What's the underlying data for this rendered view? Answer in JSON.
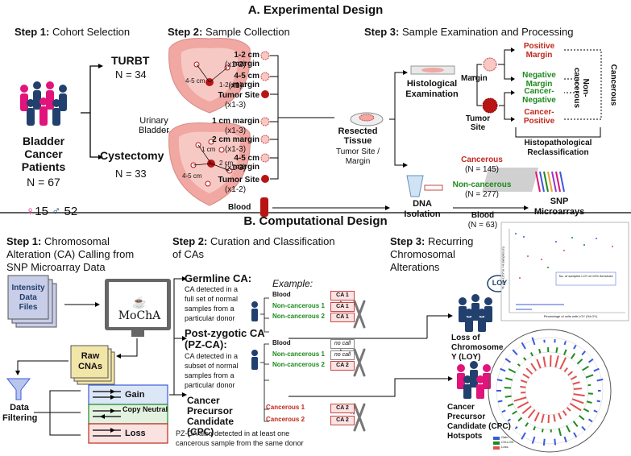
{
  "sectionA": {
    "title": "A. Experimental Design"
  },
  "sectionB": {
    "title": "B. Computational Design"
  },
  "a_step1": {
    "num": "Step 1:",
    "text": "Cohort Selection"
  },
  "a_step2": {
    "num": "Step 2:",
    "text": "Sample Collection"
  },
  "a_step3": {
    "num": "Step 3:",
    "text": "Sample Examination and Processing"
  },
  "cohort": {
    "patients_label": "Bladder Cancer Patients",
    "patients_n": "N = 67",
    "turbt": "TURBT",
    "turbt_n": "N = 34",
    "cystectomy": "Cystectomy",
    "cystectomy_n": "N = 33",
    "female": "15",
    "male": "52",
    "urinary_bladder": "Urinary Bladder"
  },
  "bladder_labels": {
    "top_45": "4-5 cm",
    "top_12": "1-2 cm",
    "bot_1": "1 cm",
    "bot_2": "2 cm",
    "bot_45": "4-5 cm"
  },
  "samples": {
    "s1": "1-2 cm margin",
    "s1c": "(x1-2)",
    "s2": "4-5 cm margin",
    "s2c": "(x1)",
    "s3": "Tumor Site",
    "s3c": "(x1-3)",
    "s4": "1 cm margin",
    "s4c": "(x1-3)",
    "s5": "2 cm margin",
    "s5c": "(x1-3)",
    "s6": "4-5 cm margin",
    "s6c": "(x1-3)",
    "s7": "Tumor Site",
    "s7c": "(x1-2)",
    "blood": "Blood"
  },
  "resected": {
    "label": "Resected Tissue",
    "sub": "Tumor Site / Margin"
  },
  "exam": {
    "histological": "Histological Examination",
    "margin": "Margin",
    "tumor_site": "Tumor Site",
    "positive_margin": "Positive Margin",
    "negative_margin": "Negative Margin",
    "cancer_negative": "Cancer-Negative",
    "cancer_positive": "Cancer-Positive",
    "noncancerous": "Non-cancerous",
    "cancerous": "Cancerous",
    "histopath": "Histopathological Reclassification"
  },
  "dna": {
    "label": "DNA Isolation",
    "cancerous": "Cancerous",
    "cancerous_n": "(N = 145)",
    "noncancerous": "Non-cancerous",
    "noncancerous_n": "(N = 277)",
    "blood": "Blood",
    "blood_n": "(N = 63)",
    "snp": "SNP Microarrays"
  },
  "b_step1": {
    "num": "Step 1:",
    "line1": "Chromosomal",
    "line2": "Alteration (CA) Calling from",
    "line3": "SNP Microarray Data"
  },
  "b_step2": {
    "num": "Step 2:",
    "line1": "Curation and Classification",
    "line2": "of CAs"
  },
  "b_step3": {
    "num": "Step 3:",
    "line1": "Recurring Chromosomal",
    "line2": "Alterations"
  },
  "pipeline": {
    "intensity": "Intensity Data Files",
    "mocha": "MoChA",
    "raw": "Raw CNAs",
    "filtering": "Data Filtering",
    "gain": "Gain",
    "copy_neutral": "Copy Neutral",
    "loss": "Loss"
  },
  "ca": {
    "germline": "Germline CA:",
    "germline_desc": "CA detected in a full set of normal samples from a particular donor",
    "pz": "Post-zygotic CA (PZ-CA):",
    "pz_desc": "CA detected in a subset of normal samples from a particular donor",
    "cpc": "Cancer Precursor Candidate (CPC)",
    "cpc_desc": "PZ-CA also detected in at least one cancerous sample from the same donor",
    "example": "Example:"
  },
  "example_rows": {
    "g": [
      {
        "s": "Blood",
        "v": "CA 1"
      },
      {
        "s": "Non-cancerous 1",
        "v": "CA 1"
      },
      {
        "s": "Non-cancerous 2",
        "v": "CA 1"
      }
    ],
    "p": [
      {
        "s": "Blood",
        "v": "no call"
      },
      {
        "s": "Non-cancerous 1",
        "v": "no call"
      },
      {
        "s": "Non-cancerous 2",
        "v": "CA 2"
      }
    ],
    "c": [
      {
        "s": "Cancerous 1",
        "v": "CA 2"
      },
      {
        "s": "Cancerous 2",
        "v": "CA 2"
      }
    ]
  },
  "recur": {
    "loy_badge": "LOY",
    "loy": "Loss of Chromosome Y (LOY)",
    "cpc": "Cancer Precursor Candidate (CPC) Hotspots"
  },
  "scatter": {
    "xlabel": "Percentage of cells with LOY (%LOY)",
    "ylabel": "% with LOY in >4 samples (n)",
    "legend": "No. of samples LOY at 10% threshold"
  },
  "circos_legend": [
    "Gain",
    "CN-LOH",
    "Loss"
  ],
  "colors": {
    "red": "#c0281c",
    "green": "#1e8a1e",
    "pink": "#e0147a",
    "navy": "#22406e",
    "blue": "#3b5bdb"
  }
}
